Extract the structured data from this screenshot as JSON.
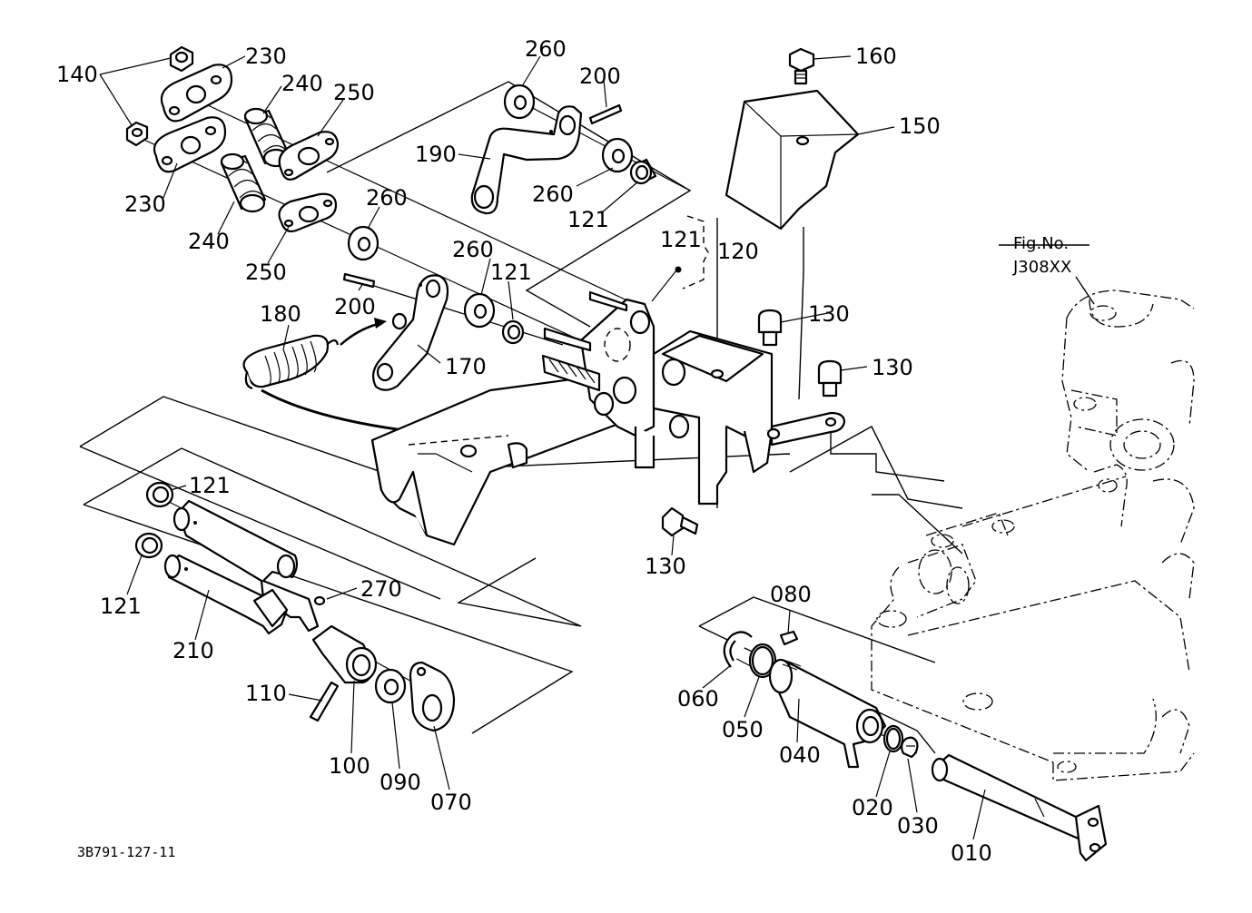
{
  "figure": {
    "ref_label": "Fig.No.",
    "ref_code": "J308XX",
    "drawing_id": "3B791-127-11"
  },
  "callouts": [
    {
      "key": "c140",
      "text": "140"
    },
    {
      "key": "c230a",
      "text": "230"
    },
    {
      "key": "c240a",
      "text": "240"
    },
    {
      "key": "c250a",
      "text": "250"
    },
    {
      "key": "c230b",
      "text": "230"
    },
    {
      "key": "c240b",
      "text": "240"
    },
    {
      "key": "c250b",
      "text": "250"
    },
    {
      "key": "c260a",
      "text": "260"
    },
    {
      "key": "c200a",
      "text": "200"
    },
    {
      "key": "c190",
      "text": "190"
    },
    {
      "key": "c260b",
      "text": "260"
    },
    {
      "key": "c121a",
      "text": "121"
    },
    {
      "key": "c260c",
      "text": "260"
    },
    {
      "key": "c260d",
      "text": "260"
    },
    {
      "key": "c121b",
      "text": "121"
    },
    {
      "key": "c200b",
      "text": "200"
    },
    {
      "key": "c180",
      "text": "180"
    },
    {
      "key": "c170",
      "text": "170"
    },
    {
      "key": "c121c",
      "text": "121"
    },
    {
      "key": "c120",
      "text": "120"
    },
    {
      "key": "c160",
      "text": "160"
    },
    {
      "key": "c150",
      "text": "150"
    },
    {
      "key": "c130a",
      "text": "130"
    },
    {
      "key": "c130b",
      "text": "130"
    },
    {
      "key": "c130c",
      "text": "130"
    },
    {
      "key": "c121d",
      "text": "121"
    },
    {
      "key": "c121e",
      "text": "121"
    },
    {
      "key": "c270",
      "text": "270"
    },
    {
      "key": "c210",
      "text": "210"
    },
    {
      "key": "c110",
      "text": "110"
    },
    {
      "key": "c100",
      "text": "100"
    },
    {
      "key": "c090",
      "text": "090"
    },
    {
      "key": "c070",
      "text": "070"
    },
    {
      "key": "c080",
      "text": "080"
    },
    {
      "key": "c060",
      "text": "060"
    },
    {
      "key": "c050",
      "text": "050"
    },
    {
      "key": "c040",
      "text": "040"
    },
    {
      "key": "c020",
      "text": "020"
    },
    {
      "key": "c030",
      "text": "030"
    },
    {
      "key": "c010",
      "text": "010"
    }
  ]
}
